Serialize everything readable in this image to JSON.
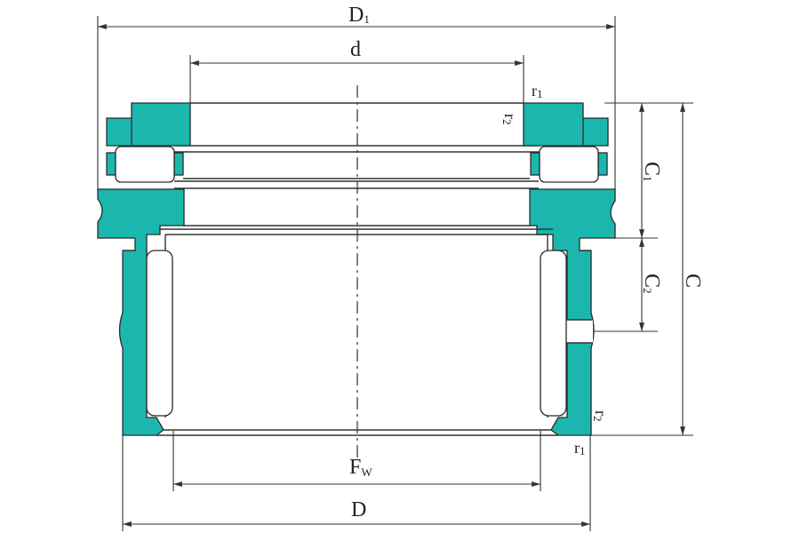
{
  "diagram": {
    "labels": {
      "D1_main": "D",
      "D1_sub": "1",
      "d": "d",
      "r1_top_main": "r",
      "r1_top_sub": "1",
      "r2_top_main": "r",
      "r2_top_sub": "2",
      "C1_main": "C",
      "C1_sub": "1",
      "C2_main": "C",
      "C2_sub": "2",
      "C": "C",
      "r2_bottom_main": "r",
      "r2_bottom_sub": "2",
      "r1_bottom_main": "r",
      "r1_bottom_sub": "1",
      "Fw_main": "F",
      "Fw_sub": "W",
      "D": "D"
    },
    "colors": {
      "section_fill": "#1bb7ae",
      "line": "#2a2a2a",
      "background": "#ffffff"
    }
  }
}
